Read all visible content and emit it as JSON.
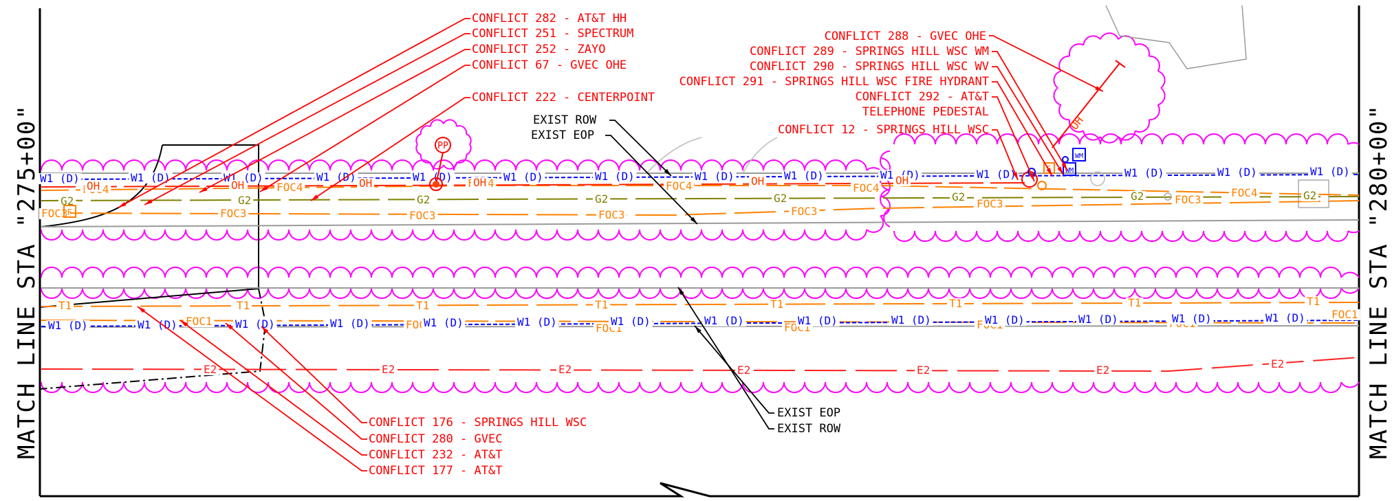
{
  "sheet": {
    "match_line_left": "MATCH LINE STA \"275+00\"",
    "match_line_right": "MATCH LINE STA \"280+00\""
  },
  "colors": {
    "conflict": "#ff0000",
    "water": "#0000ff",
    "fiber": "#ff8000",
    "gas": "#808000",
    "cloud": "#ff00ff",
    "row": "#000000",
    "eop": "#a0a0a0"
  },
  "conflicts_top_left": [
    "CONFLICT 282 - AT&T HH",
    "CONFLICT 251 - SPECTRUM",
    "CONFLICT 252 - ZAYO",
    "CONFLICT 67 - GVEC OHE",
    "CONFLICT 222 - CENTERPOINT"
  ],
  "conflicts_top_right": [
    "CONFLICT 288 - GVEC OHE",
    "CONFLICT 289 - SPRINGS HILL WSC WM",
    "CONFLICT 290 - SPRINGS HILL WSC WV",
    "CONFLICT 291 - SPRINGS HILL WSC FIRE HYDRANT",
    "CONFLICT 292 - AT&T",
    "TELEPHONE PEDESTAL",
    "CONFLICT 12 - SPRINGS HILL WSC"
  ],
  "conflicts_bottom": [
    "CONFLICT 176 - SPRINGS HILL WSC",
    "CONFLICT 280 - GVEC",
    "CONFLICT 232 - AT&T",
    "CONFLICT 177 - AT&T"
  ],
  "labels_top": {
    "row": "EXIST ROW",
    "eop": "EXIST EOP"
  },
  "labels_bottom": {
    "eop": "EXIST EOP",
    "row": "EXIST ROW"
  },
  "line_labels": {
    "water": "W1 (D)",
    "foc4": "FOC4",
    "foc3": "FOC3",
    "foc1": "FOC1",
    "gas": "G2",
    "oh": "OH",
    "t1": "T1",
    "e2": "E2"
  },
  "symbols": {
    "pp": "PP",
    "wm": "WM",
    "f": "F"
  }
}
